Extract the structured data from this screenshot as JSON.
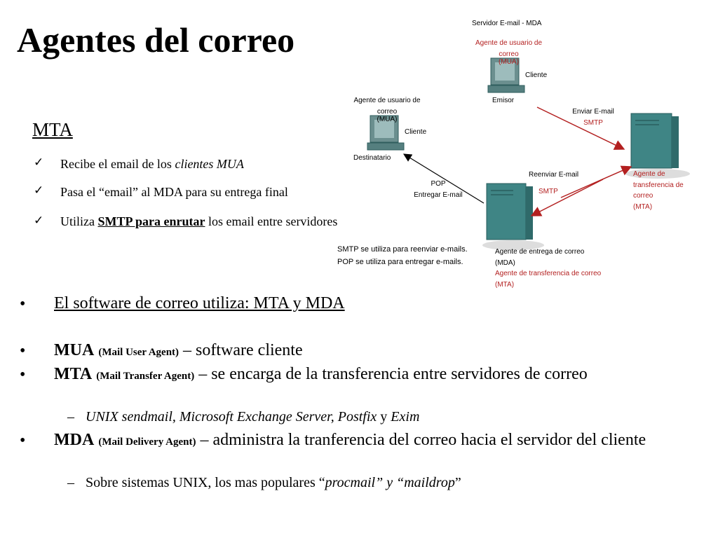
{
  "title": "Agentes del correo",
  "mta_section": {
    "heading": "MTA",
    "check_glyph": "✓",
    "items": [
      {
        "plain": "Recibe el email de los ",
        "italic": "clientes MUA"
      },
      {
        "plain": "Pasa el “email” al MDA para su entrega final"
      },
      {
        "plain": "Utiliza ",
        "bold": "SMTP para enrutar",
        "rest": " los email entre servidores"
      }
    ]
  },
  "diagram": {
    "server_title": "Servidor E-mail - MDA",
    "sender_agent_line1": "Agente de usuario de",
    "sender_agent_line2": "correo",
    "sender_agent_line3": "(MUA)",
    "sender_role": "Cliente",
    "sender_label": "Emisor",
    "recipient_agent_line1": "Agente de usuario de",
    "recipient_agent_line2": "correo",
    "recipient_agent_line3": "(MUA)",
    "recipient_role": "Cliente",
    "recipient_label": "Destinatario",
    "send_label": "Enviar E-mail",
    "send_protocol": "SMTP",
    "forward_label": "Reenviar E-mail",
    "forward_protocol": "SMTP",
    "pop_label": "POP",
    "deliver_label": "Entregar E-mail",
    "mta_line1": "Agente de",
    "mta_line2": "transferencia de",
    "mta_line3": "correo",
    "mta_line4": "(MTA)",
    "mda_line1": "Agente de entrega de correo",
    "mda_line2": "(MDA)",
    "mda_line3": "Agente de transferencia de correo",
    "mda_line4": "(MTA)",
    "note_line1": "SMTP se utiliza para reenviar e-mails.",
    "note_line2": "POP se utiliza para entregar e-mails.",
    "colors": {
      "server": "#3f8585",
      "screen": "#6b8f8f",
      "arrow_red": "#b32020",
      "label_red": "#b32020"
    }
  },
  "bullets": {
    "glyph": "•",
    "dash": "–",
    "b1": "El software de correo utiliza: MTA y MDA",
    "b2": {
      "term": "MUA",
      "paren": "(Mail User Agent)",
      "rest": " – software cliente"
    },
    "b3": {
      "term": "MTA",
      "paren": "(Mail Transfer Agent)",
      "rest": " – se encarga de la transferencia entre servidores de correo"
    },
    "b3_sub": {
      "italic1": "UNIX sendmail, Microsoft Exchange Server, Postfix",
      "plain": " y ",
      "italic2": "Exim"
    },
    "b4": {
      "term": "MDA",
      "paren": "(Mail Delivery Agent)",
      "rest": " – administra la tranferencia del correo hacia el servidor del cliente"
    },
    "b4_sub": {
      "plain": "Sobre sistemas UNIX, los mas populares “",
      "italic": "procmail” y “maildrop",
      "close": "”"
    }
  }
}
